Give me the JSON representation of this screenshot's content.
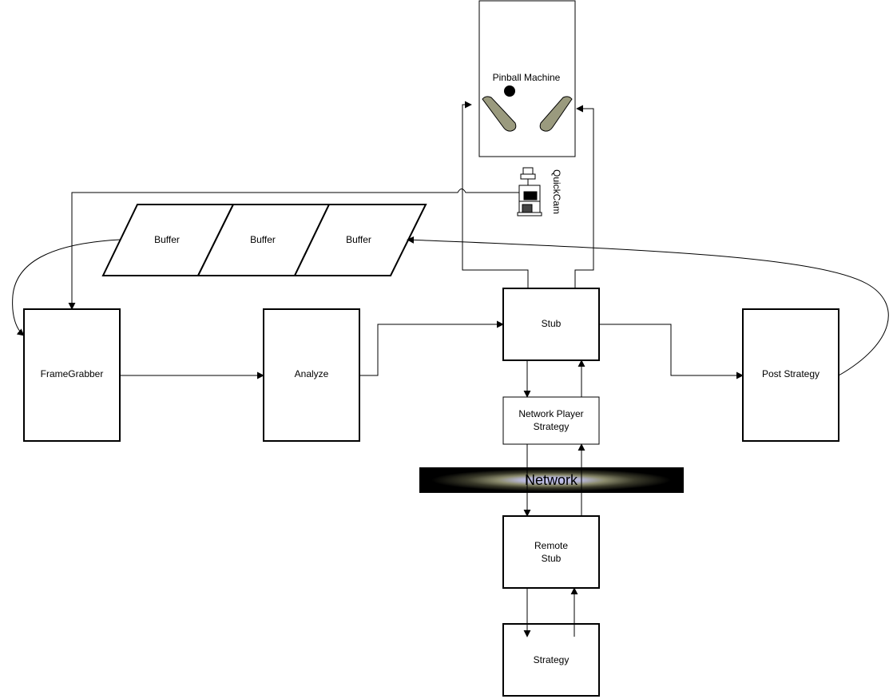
{
  "labels": {
    "pinball": "Pinball Machine",
    "quickcam": "QuickCam",
    "buffer1": "Buffer",
    "buffer2": "Buffer",
    "buffer3": "Buffer",
    "framegrabber": "FrameGrabber",
    "analyze": "Analyze",
    "stub": "Stub",
    "post_strategy": "Post Strategy",
    "network_player_line1": "Network Player",
    "network_player_line2": "Strategy",
    "network": "Network",
    "remote_stub_line1": "Remote",
    "remote_stub_line2": "Stub",
    "strategy": "Strategy"
  },
  "colors": {
    "flipper": "#9a9a7e",
    "network_core": "#c8c8ff",
    "network_bg": "#000000"
  }
}
